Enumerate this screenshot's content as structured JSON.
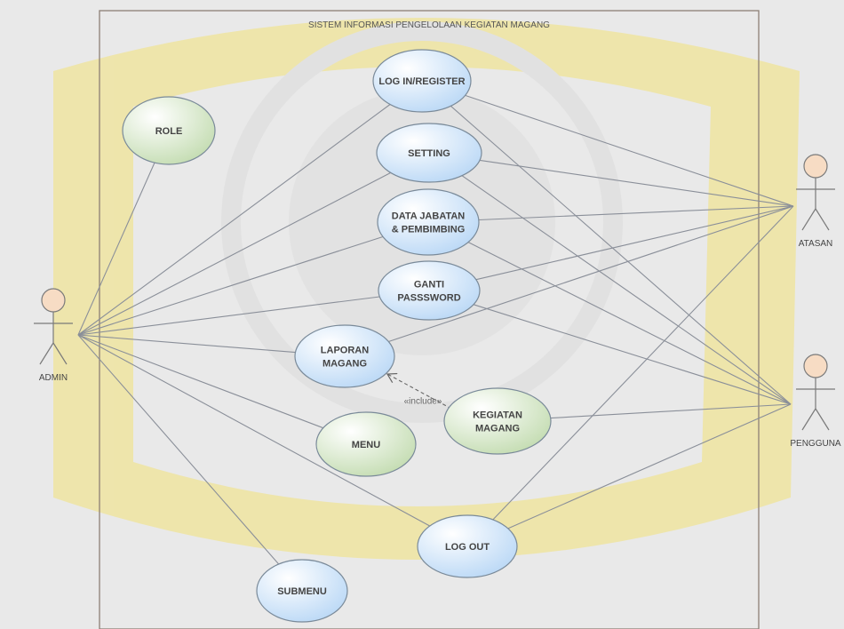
{
  "diagram": {
    "system_title": "SISTEM INFORMASI PENGELOLAAN KEGIATAN MAGANG",
    "include_label": "«include»",
    "actors": [
      {
        "id": "admin",
        "label": "ADMIN"
      },
      {
        "id": "atasan",
        "label": "ATASAN"
      },
      {
        "id": "pengguna",
        "label": "PENGGUNA"
      }
    ],
    "use_cases": [
      {
        "id": "role",
        "lines": [
          "ROLE"
        ],
        "color": "green"
      },
      {
        "id": "login",
        "lines": [
          "LOG IN/REGISTER"
        ],
        "color": "blue"
      },
      {
        "id": "setting",
        "lines": [
          "SETTING"
        ],
        "color": "blue"
      },
      {
        "id": "jabatan",
        "lines": [
          "DATA JABATAN",
          "& PEMBIMBING"
        ],
        "color": "blue"
      },
      {
        "id": "password",
        "lines": [
          "GANTI",
          "PASSSWORD"
        ],
        "color": "blue"
      },
      {
        "id": "laporan",
        "lines": [
          "LAPORAN",
          "MAGANG"
        ],
        "color": "blue"
      },
      {
        "id": "kegiatan",
        "lines": [
          "KEGIATAN",
          "MAGANG"
        ],
        "color": "green"
      },
      {
        "id": "menu",
        "lines": [
          "MENU"
        ],
        "color": "green"
      },
      {
        "id": "logout",
        "lines": [
          "LOG OUT"
        ],
        "color": "blue"
      },
      {
        "id": "submenu",
        "lines": [
          "SUBMENU"
        ],
        "color": "blue"
      }
    ],
    "associations": [
      {
        "from": "admin",
        "to": "role"
      },
      {
        "from": "admin",
        "to": "login"
      },
      {
        "from": "admin",
        "to": "setting"
      },
      {
        "from": "admin",
        "to": "jabatan"
      },
      {
        "from": "admin",
        "to": "password"
      },
      {
        "from": "admin",
        "to": "laporan"
      },
      {
        "from": "admin",
        "to": "menu"
      },
      {
        "from": "admin",
        "to": "submenu"
      },
      {
        "from": "admin",
        "to": "logout"
      },
      {
        "from": "atasan",
        "to": "login"
      },
      {
        "from": "atasan",
        "to": "setting"
      },
      {
        "from": "atasan",
        "to": "jabatan"
      },
      {
        "from": "atasan",
        "to": "password"
      },
      {
        "from": "atasan",
        "to": "laporan"
      },
      {
        "from": "atasan",
        "to": "logout"
      },
      {
        "from": "pengguna",
        "to": "login"
      },
      {
        "from": "pengguna",
        "to": "setting"
      },
      {
        "from": "pengguna",
        "to": "jabatan"
      },
      {
        "from": "pengguna",
        "to": "password"
      },
      {
        "from": "pengguna",
        "to": "kegiatan"
      },
      {
        "from": "pengguna",
        "to": "logout"
      }
    ],
    "includes": [
      {
        "from": "kegiatan",
        "to": "laporan"
      }
    ],
    "colors": {
      "blue_fill": "#d6e9fb",
      "green_fill": "#dbe9d0",
      "stroke": "#7a8a99",
      "line": "#8a8f99",
      "actor_head": "#f7dcc4",
      "actor_stroke": "#7a7a7a",
      "background": "#e9e9e9",
      "watermark": "#f3df6d"
    }
  }
}
